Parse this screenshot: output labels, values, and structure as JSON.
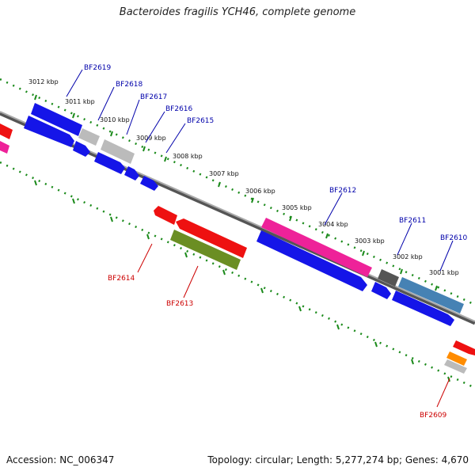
{
  "title": "Bacteroides fragilis YCH46, complete genome",
  "footer": {
    "accession": "Accession: NC_006347",
    "summary": "Topology: circular; Length: 5,277,274 bp; Genes: 4,670"
  },
  "scale_labels": [
    "3012 kbp",
    "3011 kbp",
    "3010 kbp",
    "3009 kbp",
    "3008 kbp",
    "3007 kbp",
    "3006 kbp",
    "3005 kbp",
    "3004 kbp",
    "3003 kbp",
    "3002 kbp",
    "3001 kbp"
  ],
  "gene_labels": [
    {
      "id": "BF2619",
      "color": "#0000aa"
    },
    {
      "id": "BF2618",
      "color": "#0000aa"
    },
    {
      "id": "BF2617",
      "color": "#0000aa"
    },
    {
      "id": "BF2616",
      "color": "#0000aa"
    },
    {
      "id": "BF2615",
      "color": "#0000aa"
    },
    {
      "id": "BF2612",
      "color": "#0000aa"
    },
    {
      "id": "BF2611",
      "color": "#0000aa"
    },
    {
      "id": "BF2610",
      "color": "#0000aa"
    },
    {
      "id": "BF2614",
      "color": "#cc0000"
    },
    {
      "id": "BF2613",
      "color": "#cc0000"
    },
    {
      "id": "BF2609",
      "color": "#cc0000"
    }
  ],
  "colors": {
    "backbone": "#888888",
    "ticks": "#1a8a1a",
    "blue": "#1515e8",
    "red": "#ee1111",
    "pink": "#ee2299",
    "olive": "#6b8e23",
    "gray": "#bbbbbb",
    "darkgray": "#555555",
    "steel": "#4682b4",
    "orange": "#ff8c00"
  }
}
